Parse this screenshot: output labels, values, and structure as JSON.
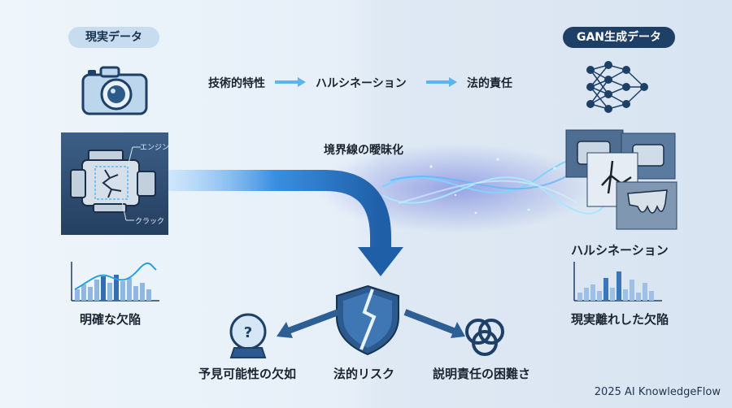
{
  "pills": {
    "real": "現実データ",
    "gan": "GAN生成データ"
  },
  "flow": {
    "step1": "技術的特性",
    "step2": "ハルシネーション",
    "step3": "法的責任"
  },
  "center": {
    "blur_label": "境界線の曖昧化"
  },
  "left": {
    "engine_label": "エンジン",
    "crack_label": "クラック",
    "defect_caption": "明確な欠陥"
  },
  "right": {
    "hallucination_caption": "ハルシネーション",
    "defect_caption": "現実離れした欠陥"
  },
  "bottom": {
    "unpredictable": "予見可能性の欠如",
    "legal_risk": "法的リスク",
    "explain": "説明責任の困難さ"
  },
  "footer": {
    "copyright": "2025 AI KnowledgeFlow"
  },
  "colors": {
    "accent": "#2f7fd8",
    "dark": "#1e3f66",
    "glow": "#7fd3ff"
  }
}
